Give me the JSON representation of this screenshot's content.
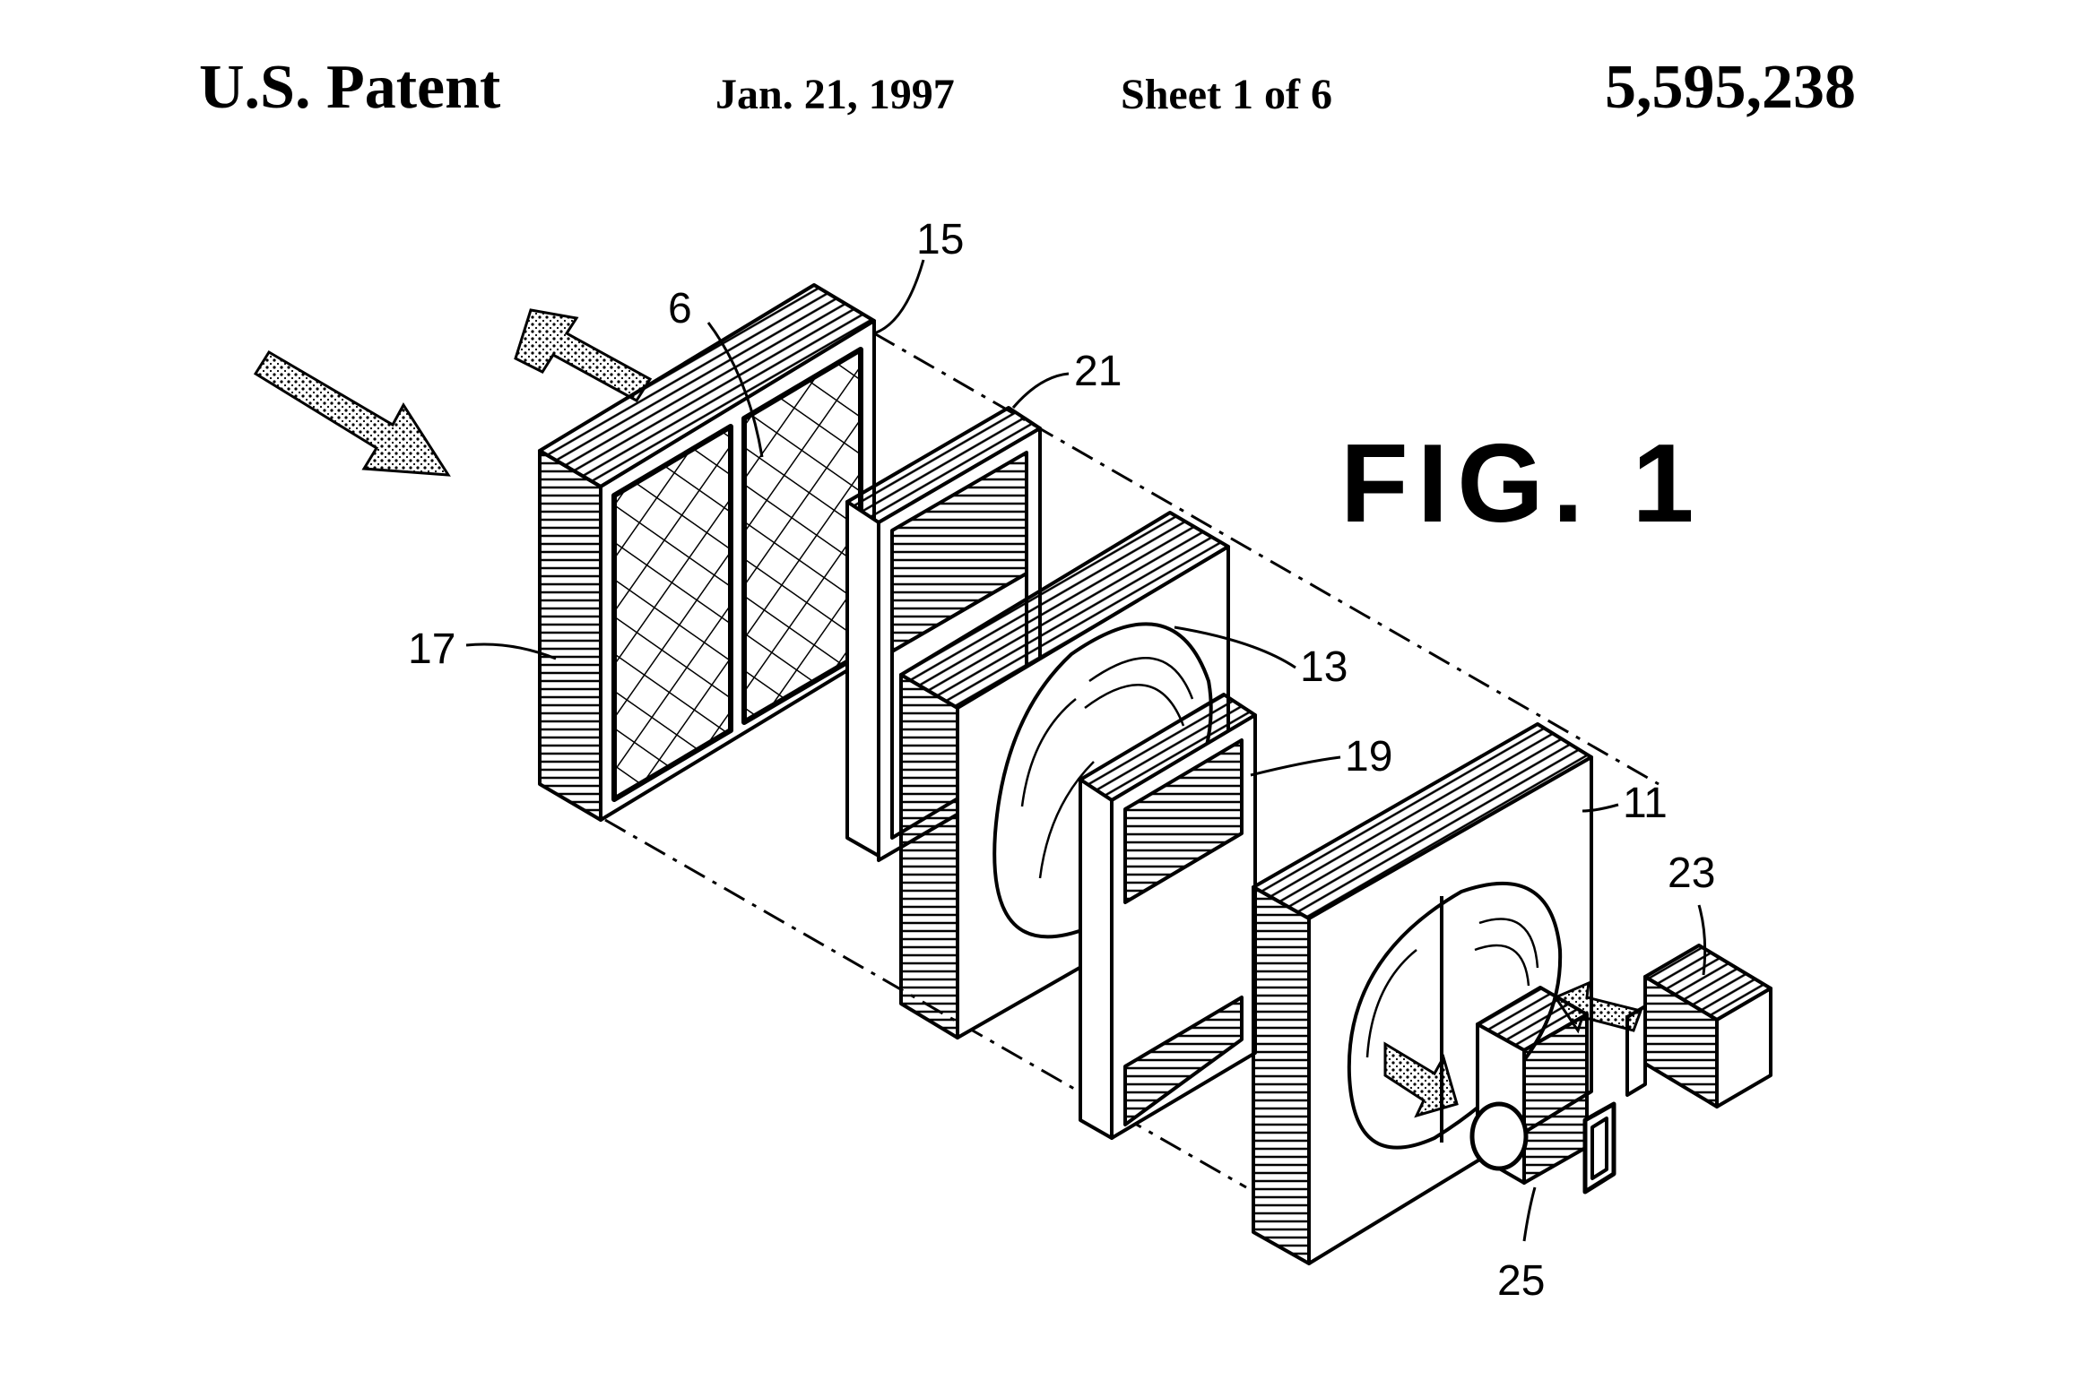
{
  "header": {
    "office": "U.S. Patent",
    "date": "Jan. 21, 1997",
    "sheet": "Sheet 1 of 6",
    "patent_number": "5,595,238"
  },
  "figure": {
    "title": "FIG. 1",
    "reference_labels": {
      "r15": "15",
      "r6": "6",
      "r21": "21",
      "r17": "17",
      "r13": "13",
      "r19": "19",
      "r11": "11",
      "r23": "23",
      "r25": "25"
    }
  }
}
